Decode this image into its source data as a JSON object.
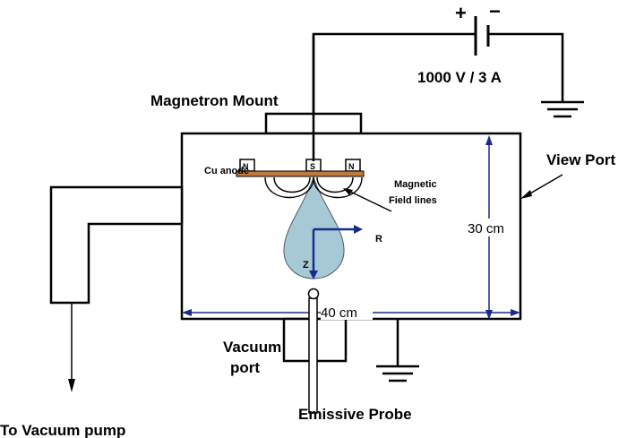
{
  "labels": {
    "power_supply": "1000 V / 3 A",
    "plus_sign": "+",
    "minus_sign": "−",
    "magnetron_mount": "Magnetron Mount",
    "view_port": "View Port",
    "cu_anode": "Cu anode",
    "magnetic_field_line1": "Magnetic",
    "magnetic_field_line2": "Field lines",
    "height_dimension": "30 cm",
    "width_dimension": "40 cm",
    "r_axis": "R",
    "z_axis": "Z",
    "vacuum_port_line1": "Vacuum",
    "vacuum_port_line2": "port",
    "emissive_probe": "Emissive Probe",
    "to_vacuum_pump": "To Vacuum pump",
    "magnet_left": "N",
    "magnet_center": "S",
    "magnet_right": "N"
  },
  "colors": {
    "line": "#000000",
    "axis_arrow": "#1a2a8c",
    "anode": "#c27a3a",
    "plasma_fill": "#a7c9d6",
    "plasma_stroke": "#4a5a6a"
  }
}
